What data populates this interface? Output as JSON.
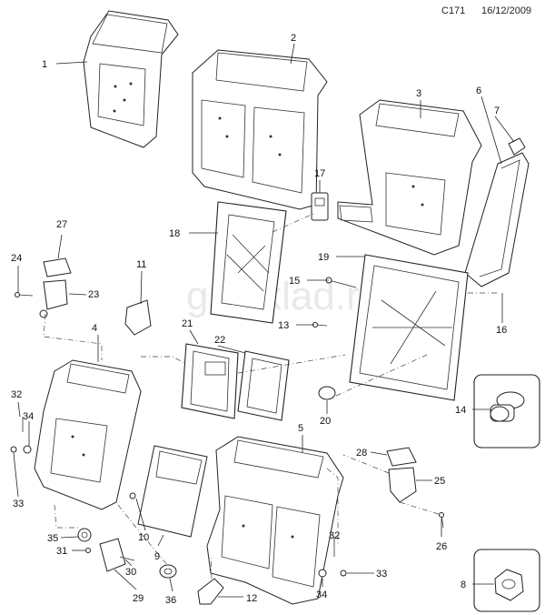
{
  "header": {
    "code": "C171",
    "date": "16/12/2009"
  },
  "watermark": "gmsklad.ru",
  "callouts": [
    "1",
    "2",
    "3",
    "4",
    "5",
    "6",
    "7",
    "8",
    "9",
    "10",
    "11",
    "12",
    "13",
    "14",
    "15",
    "16",
    "17",
    "18",
    "19",
    "20",
    "21",
    "22",
    "23",
    "24",
    "25",
    "26",
    "27",
    "28",
    "29",
    "30",
    "31",
    "32",
    "33",
    "34",
    "35",
    "36"
  ],
  "colors": {
    "line": "#222222",
    "background": "#ffffff",
    "watermark": "#9aa0a6"
  }
}
